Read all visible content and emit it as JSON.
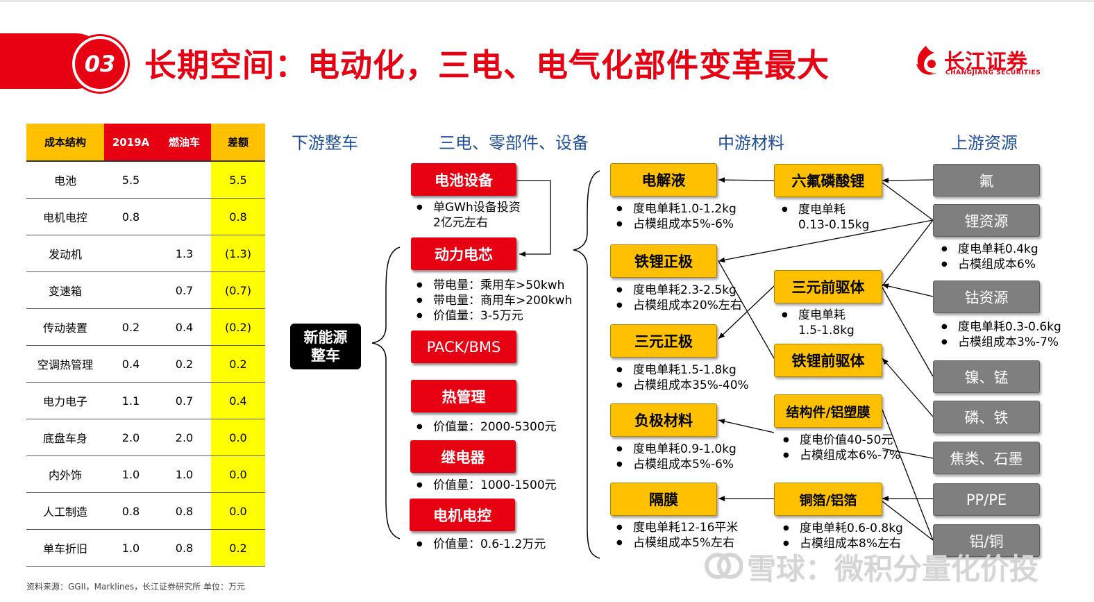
{
  "header": {
    "badge": "03",
    "title": "长期空间：电动化，三电、电气化部件变革最大",
    "logo_cn": "长江证券",
    "logo_en": "CHANGJIANG SECURITIES"
  },
  "cost_table": {
    "headers": [
      "成本结构",
      "2019A",
      "燃油车",
      "差额"
    ],
    "rows": [
      [
        "电池",
        "5.5",
        "",
        "5.5"
      ],
      [
        "电机电控",
        "0.8",
        "",
        "0.8"
      ],
      [
        "发动机",
        "",
        "1.3",
        "(1.3)"
      ],
      [
        "变速箱",
        "",
        "0.7",
        "(0.7)"
      ],
      [
        "传动装置",
        "0.2",
        "0.4",
        "(0.2)"
      ],
      [
        "空调热管理",
        "0.4",
        "0.2",
        "0.2"
      ],
      [
        "电力电子",
        "1.1",
        "0.7",
        "0.4"
      ],
      [
        "底盘车身",
        "2.0",
        "2.0",
        "0.0"
      ],
      [
        "内外饰",
        "1.0",
        "1.0",
        "0.0"
      ],
      [
        "人工制造",
        "0.8",
        "0.8",
        "0.0"
      ],
      [
        "单车折旧",
        "1.0",
        "0.8",
        "0.2"
      ]
    ]
  },
  "source": "资料来源：GGII，Marklines，长江证券研究所   单位：万元",
  "sections": [
    "下游整车",
    "三电、零部件、设备",
    "中游材料",
    "上游资源"
  ],
  "root": [
    "新能源",
    "整车"
  ],
  "components": [
    {
      "label": "电池设备",
      "notes": [
        "单GWh设备投资",
        "2亿元左右"
      ]
    },
    {
      "label": "动力电芯",
      "notes": [
        "带电量：乘用车>50kwh",
        "带电量：商用车>200kwh",
        "价值量：3-5万元"
      ]
    },
    {
      "label": "PACK/BMS",
      "notes": []
    },
    {
      "label": "热管理",
      "notes": [
        "价值量：2000-5300元"
      ]
    },
    {
      "label": "继电器",
      "notes": [
        "价值量：1000-1500元"
      ]
    },
    {
      "label": "电机电控",
      "notes": [
        "价值量：0.6-1.2万元"
      ]
    }
  ],
  "materials": [
    {
      "label": "电解液",
      "notes": [
        "度电单耗1.0-1.2kg",
        "占模组成本5%-6%"
      ]
    },
    {
      "label": "铁锂正极",
      "notes": [
        "度电单耗2.3-2.5kg",
        "占模组成本20%左右"
      ]
    },
    {
      "label": "三元正极",
      "notes": [
        "度电单耗1.5-1.8kg",
        "占模组成本35%-40%"
      ]
    },
    {
      "label": "负极材料",
      "notes": [
        "度电单耗0.9-1.0kg",
        "占模组成本5%-6%"
      ]
    },
    {
      "label": "隔膜",
      "notes": [
        "度电单耗12-16平米",
        "占模组成本5%左右"
      ]
    }
  ],
  "intermediates": [
    {
      "label": "六氟磷酸锂",
      "notes": [
        "度电单耗",
        "0.13-0.15kg"
      ]
    },
    {
      "label": "三元前驱体",
      "notes": [
        "度电单耗",
        "1.5-1.8kg"
      ]
    },
    {
      "label": "铁锂前驱体",
      "notes": []
    },
    {
      "label": "结构件/铝塑膜",
      "notes": [
        "度电价值40-50元",
        "占模组成本6%-7%"
      ]
    },
    {
      "label": "铜箔/铝箔",
      "notes": [
        "度电单耗0.6-0.8kg",
        "占模组成本8%左右"
      ]
    }
  ],
  "resources": [
    {
      "label": "氟",
      "notes": []
    },
    {
      "label": "锂资源",
      "notes": [
        "度电单耗0.4kg",
        "占模组成本6%"
      ]
    },
    {
      "label": "钴资源",
      "notes": [
        "度电单耗0.3-0.6kg",
        "占模组成本3%-7%"
      ]
    },
    {
      "label": "镍、锰",
      "notes": []
    },
    {
      "label": "磷、铁",
      "notes": []
    },
    {
      "label": "焦类、石墨",
      "notes": []
    },
    {
      "label": "PP/PE",
      "notes": []
    },
    {
      "label": "铝/铜",
      "notes": []
    }
  ],
  "watermark": "雪球：微积分量化价投",
  "colors": {
    "red": "#e60012",
    "orange": "#ffc000",
    "yellow": "#ffff00",
    "gray": "#7f7f7f",
    "blue": "#1f4e9a"
  }
}
